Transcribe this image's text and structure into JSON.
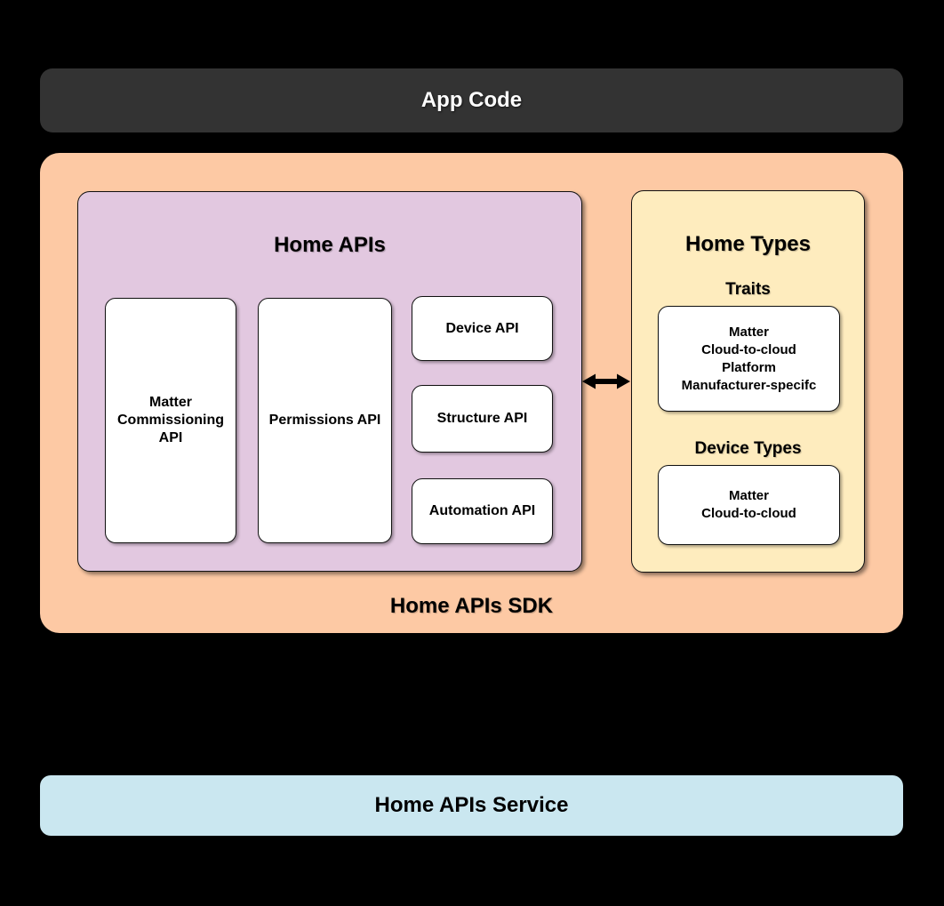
{
  "canvas": {
    "background": "#000000"
  },
  "app_code_bar": {
    "label": "App Code",
    "bg": "#333333",
    "text_color": "#ffffff"
  },
  "sdk_box": {
    "label": "Home APIs SDK",
    "bg": "#FDC9A4",
    "home_apis": {
      "title": "Home APIs",
      "bg": "#E2C8E0",
      "tall_boxes": [
        {
          "label": "Matter Commissioning API"
        },
        {
          "label": "Permissions API"
        }
      ],
      "stacked_boxes": [
        {
          "label": "Device API"
        },
        {
          "label": "Structure API"
        },
        {
          "label": "Automation API"
        }
      ]
    },
    "arrow": {
      "type": "double-headed-horizontal",
      "color": "#000000"
    },
    "home_types": {
      "title": "Home Types",
      "bg": "#FEECBE",
      "traits_section": {
        "heading": "Traits",
        "items": [
          "Matter",
          "Cloud-to-cloud",
          "Platform",
          "Manufacturer-specifc"
        ]
      },
      "device_types_section": {
        "heading": "Device Types",
        "items": [
          "Matter",
          "Cloud-to-cloud"
        ]
      }
    }
  },
  "service_bar": {
    "label": "Home APIs Service",
    "bg": "#CAE7F0",
    "text_color": "#000000"
  }
}
